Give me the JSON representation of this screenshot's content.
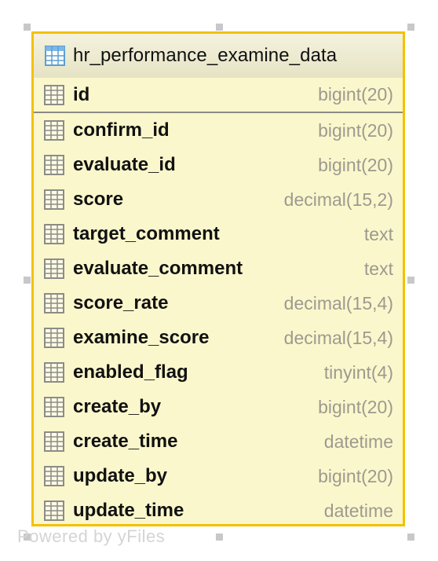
{
  "table": {
    "name": "hr_performance_examine_data",
    "primary_key": {
      "name": "id",
      "type": "bigint(20)"
    },
    "columns": [
      {
        "name": "confirm_id",
        "type": "bigint(20)"
      },
      {
        "name": "evaluate_id",
        "type": "bigint(20)"
      },
      {
        "name": "score",
        "type": "decimal(15,2)"
      },
      {
        "name": "target_comment",
        "type": "text"
      },
      {
        "name": "evaluate_comment",
        "type": "text"
      },
      {
        "name": "score_rate",
        "type": "decimal(15,4)"
      },
      {
        "name": "examine_score",
        "type": "decimal(15,4)"
      },
      {
        "name": "enabled_flag",
        "type": "tinyint(4)"
      },
      {
        "name": "create_by",
        "type": "bigint(20)"
      },
      {
        "name": "create_time",
        "type": "datetime"
      },
      {
        "name": "update_by",
        "type": "bigint(20)"
      },
      {
        "name": "update_time",
        "type": "datetime"
      }
    ]
  },
  "watermark": "Powered by yFiles",
  "colors": {
    "border": "#f3c100",
    "body": "#fbf7cc",
    "header": "#e9e6c8",
    "type_text": "#9c9a90",
    "handle": "#c8c8c8"
  },
  "icons": {
    "table": "table-grid-icon",
    "column": "column-grid-icon"
  }
}
